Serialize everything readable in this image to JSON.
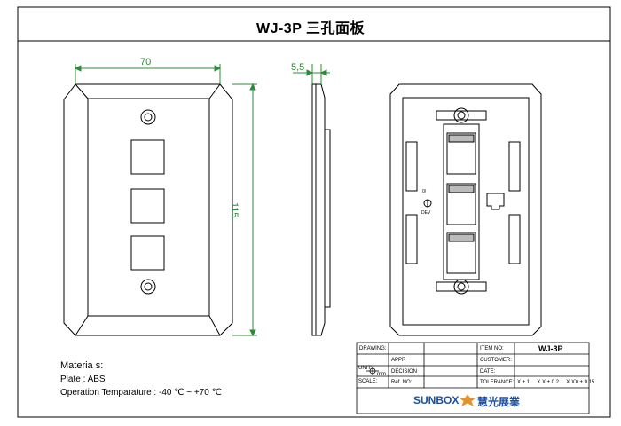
{
  "title": "WJ-3P 三孔面板",
  "dimensions": {
    "width": "70",
    "height": "115",
    "depth": "5,5"
  },
  "materials": {
    "heading": "Materia s:",
    "plate": "Plate : ABS",
    "temperature": "Operation Temparature : -40 ℃ ~ +70 ℃"
  },
  "back_marks": {
    "top": "0/",
    "bottom": "DEV"
  },
  "title_block": {
    "drawing_label": "DRAWING:",
    "appr_label": "APPR",
    "unit_label": "UNIT:",
    "unit_value": "mm",
    "scale_label": "SCALE:",
    "decision_label": "DECISION",
    "ref_label": "Ref. NO:",
    "item_label": "ITEM NO:",
    "item_value": "WJ-3P",
    "customer_label": "CUSTOMER:",
    "date_label": "DATE:",
    "tolerance_label": "TOLERANCE:",
    "tolerance_values": "X ± 1     X.X ± 0.2     X.XX ± 0.15",
    "brand": "SUNBOX",
    "brand_cn": "慧光展業"
  },
  "colors": {
    "dimension": "#2e8b3a",
    "brand": "#1b4fa8",
    "brand_star": "#e8912a"
  }
}
